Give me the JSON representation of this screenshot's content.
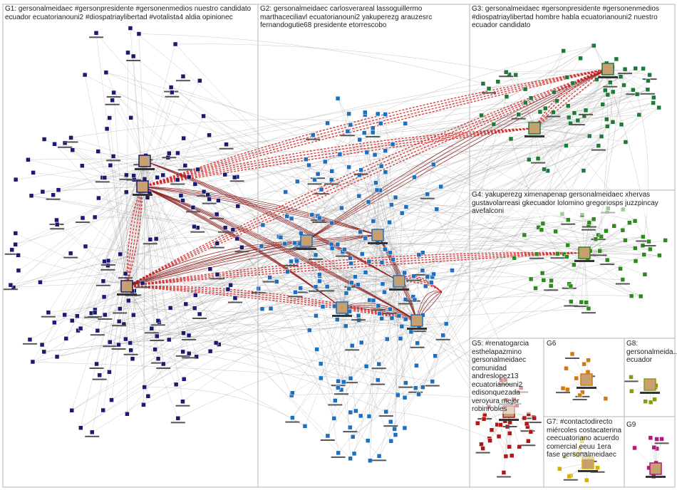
{
  "groups": [
    {
      "id": "G1",
      "label": "G1: gersonalmeidaec #gersonpresidente #gersonenmedios nuestro candidato ecuador ecuatorianouni2 #diospatriaylibertad #votalista4 aldia opinionec",
      "color": "#1a1a6e",
      "node_count": 175
    },
    {
      "id": "G2",
      "label": "G2: gersonalmeidaec carlosverareal lassoguillermo marthaceciliavl ecuatorianouni2 yakuperezg arauzesrc fernandogutie68 presidente etorrescobo",
      "color": "#1f6fbf",
      "node_count": 200
    },
    {
      "id": "G3",
      "label": "G3: gersonalmeidaec #gersonpresidente #gersonenmedios #diospatriaylibertad hombre habla ecuatorianouni2 nuestro ecuador candidato",
      "color": "#1f7a3a",
      "node_count": 70
    },
    {
      "id": "G4",
      "label": "G4: yakuperezg ximenapenap gersonalmeidaec xhervas gustavolarreasi gkecuador lolomino gregoriosps juzzpincay avefalconi",
      "color": "#2e8a1e",
      "node_count": 60
    },
    {
      "id": "G5",
      "label": "G5: #renatogarcia esthelapazmino gersonalmeidaec comunidad andreslopez13 ecuatorianouni2 edisonquezada veroyura mejor robinrobles",
      "color": "#b01818",
      "node_count": 35
    },
    {
      "id": "G6",
      "label": "G6",
      "color": "#d27a10",
      "node_count": 12
    },
    {
      "id": "G7",
      "label": "G7: #contactodirecto miércoles costacaterina ceecuatoriano acuerdo comercial eeuu 1era fase gersonalmeidaec",
      "color": "#d4b000",
      "node_count": 12
    },
    {
      "id": "G8",
      "label": "G8: gersonalmeida... ecuador",
      "color": "#8a9a10",
      "node_count": 8
    },
    {
      "id": "G9",
      "label": "G9",
      "color": "#b01a7a",
      "node_count": 10
    }
  ],
  "style": {
    "edge_gray": "#8c8c8c",
    "edge_red": "#d42020",
    "edge_darkred": "#8a1a1a",
    "box_border": "#b5b5b5"
  }
}
